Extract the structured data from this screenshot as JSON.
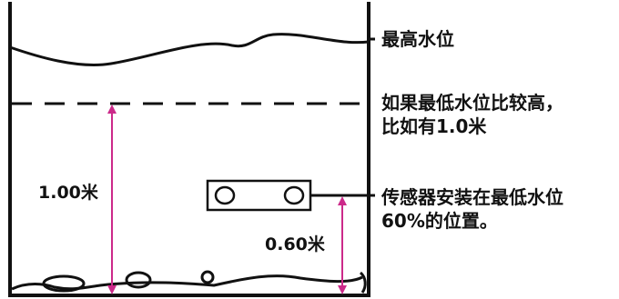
{
  "labels": {
    "max_level": "最高水位",
    "min_level_line1": "如果最低水位比较高，",
    "min_level_line2": "比如有1.0米",
    "sensor_line1": "传感器安装在最低水位",
    "sensor_line2": "60%的位置。"
  },
  "dimensions": {
    "min_level_height": "1.00米",
    "sensor_height": "0.60米"
  },
  "colors": {
    "outline": "#111111",
    "dimension_arrow": "#cc2a8a",
    "background": "#ffffff"
  }
}
